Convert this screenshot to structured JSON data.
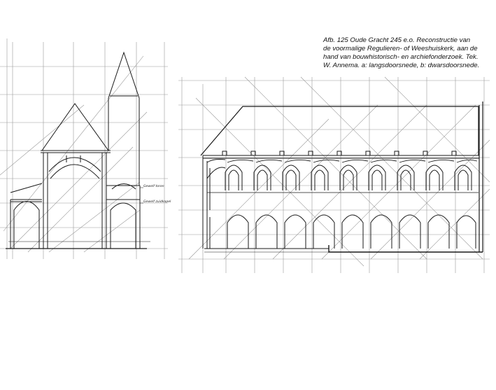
{
  "caption": {
    "lines": [
      "Afb. 125   Oude Gracht 245 e.o. Reconstructie van",
      "de voormalige Regulieren- of Weeshuiskerk, aan de",
      "hand van bouwhistorisch- en archiefonderzoek. Tek.",
      "W. Annema. a: langsdoorsnede, b: dwarsdoorsnede."
    ]
  },
  "annotations": {
    "upper": "Gewelf toren",
    "lower": "Gewelf zuidkapel"
  },
  "colors": {
    "ink": "#1a1a1a",
    "grid": "#9a9a9a",
    "paper": "#ffffff"
  }
}
